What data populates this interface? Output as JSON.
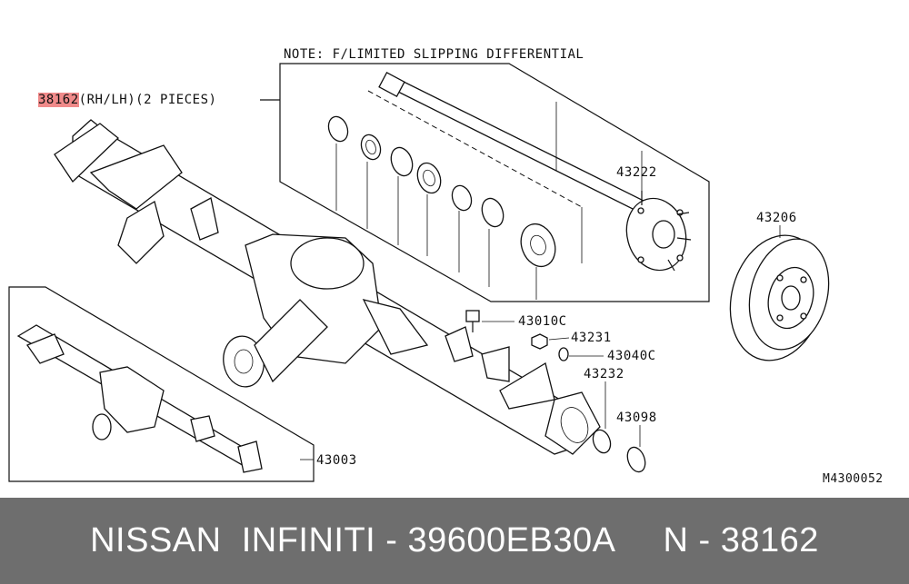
{
  "note": "NOTE: F/LIMITED SLIPPING DIFFERENTIAL",
  "callouts": {
    "main_part_number": "38162",
    "main_part_suffix": "(RH/LH)(2 PIECES)",
    "c43222": "43222",
    "c43206": "43206",
    "c43010C": "43010C",
    "c43231": "43231",
    "c43040C": "43040C",
    "c43232": "43232",
    "c43098": "43098",
    "c43003": "43003"
  },
  "diagram_code": "M4300052",
  "footer": {
    "brand": "NISSAN  INFINITI - 39600EB30A",
    "ref": "N - 38162"
  },
  "colors": {
    "highlight": "#f08a8a",
    "footer_bg": "#6e6e6e",
    "footer_text": "#ffffff"
  }
}
